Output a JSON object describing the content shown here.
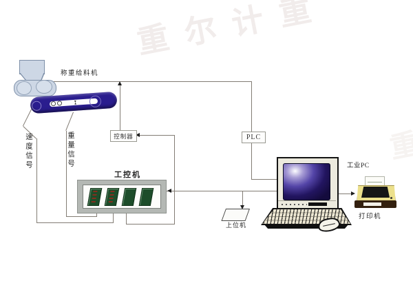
{
  "watermark": {
    "text": "重尔计重",
    "edge_text": "重",
    "color": "#f1eceb"
  },
  "components": {
    "feeder": {
      "label": "称重给料机"
    },
    "speed_signal": {
      "label": "速度信号"
    },
    "weight_signal": {
      "label": "重量信号"
    },
    "controller": {
      "label": "控制器"
    },
    "industrial_computer": {
      "label": "工控机"
    },
    "plc": {
      "label": "PLC"
    },
    "industrial_pc": {
      "label": "工业PC"
    },
    "host_computer": {
      "label": "上位机"
    },
    "printer": {
      "label": "打印机"
    }
  },
  "colors": {
    "belt_navy": "#2a1d8e",
    "screen_dark": "#140b3d",
    "card_green": "#1d4d2a",
    "printer_yellow": "#ece08c",
    "printer_base_brown": "#33200f",
    "machine_fill_blue": "#cdd7e5",
    "line_gray": "#827c74",
    "box_frame_gray": "#b4b8b4",
    "watermark_gray": "#f1eceb"
  }
}
